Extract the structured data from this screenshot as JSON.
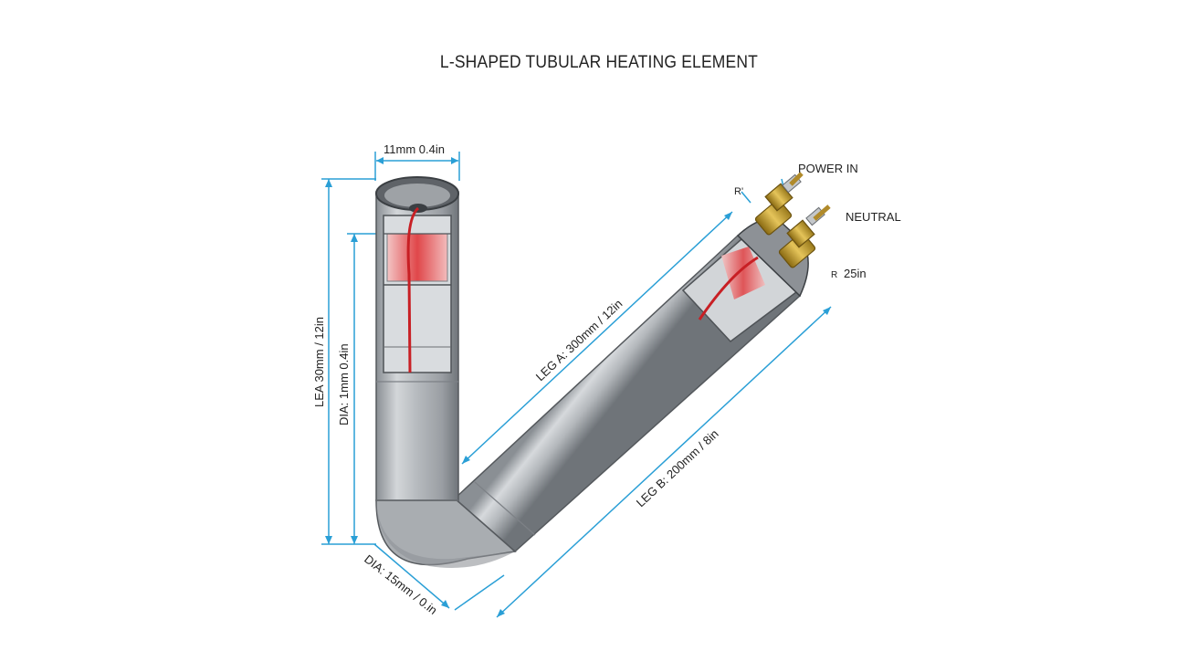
{
  "title": "L-SHAPED TUBULAR HEATING ELEMENT",
  "labels": {
    "top_width": "11mm 0.4in",
    "left_outer": "LEA 30mm / 12in",
    "left_inner": "DIA: 1mm 0.4in",
    "bottom_dia": "DIA: 15mm / 0.in",
    "leg_a": "LEG A: 300mm / 12in",
    "leg_b": "LEG B: 200mm / 8in",
    "power_in": "POWER IN",
    "neutral": "NEUTRAL",
    "r_small": "R'",
    "r_prefix": "R",
    "r_value": "25in"
  },
  "colors": {
    "dimension": "#2a9fd6",
    "tube_mid": "#b8bcc0",
    "tube_dark": "#6e7378",
    "coil": "#d8262a",
    "terminal": "#c9a227"
  }
}
